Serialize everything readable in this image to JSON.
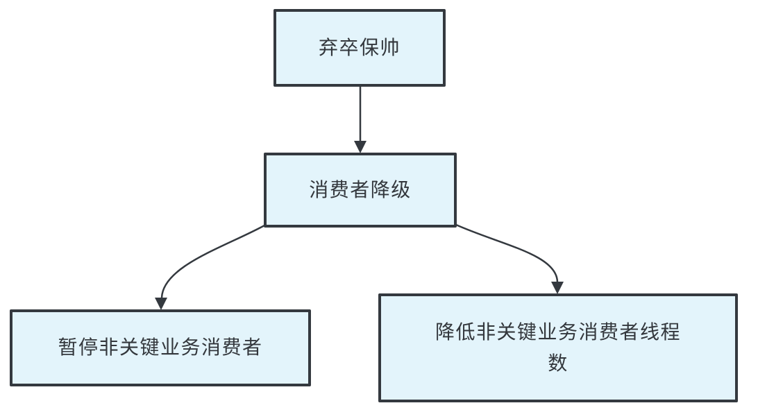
{
  "diagram": {
    "type": "flowchart",
    "background_color": "#ffffff",
    "node_fill_color": "#e3f4fb",
    "node_border_color": "#34393f",
    "text_color": "#33373c",
    "nodes": {
      "root": {
        "id": "root",
        "label": "弃卒保帅"
      },
      "middle": {
        "id": "middle",
        "label": "消费者降级"
      },
      "left": {
        "id": "left",
        "label": "暂停非关键业务消费者"
      },
      "right": {
        "id": "right",
        "label": "降低非关键业务消费者线程\n数"
      }
    },
    "edges": [
      {
        "from": "root",
        "to": "middle",
        "style": "straight-arrow"
      },
      {
        "from": "middle",
        "to": "left",
        "style": "curved-arrow"
      },
      {
        "from": "middle",
        "to": "right",
        "style": "curved-arrow"
      }
    ]
  }
}
